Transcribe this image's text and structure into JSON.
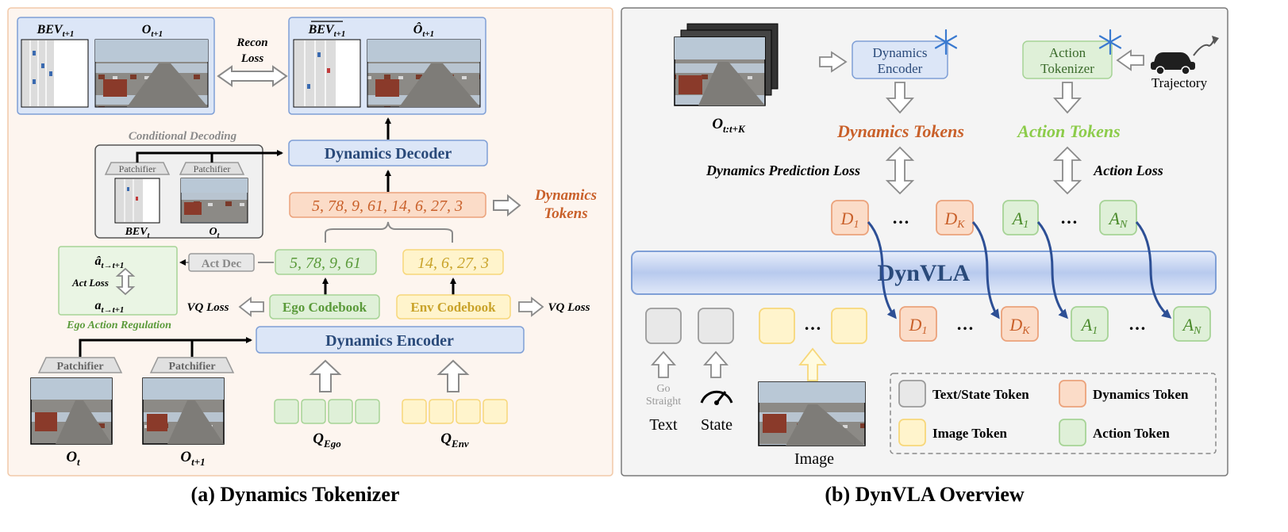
{
  "panel_a": {
    "caption": "(a) Dynamics Tokenizer",
    "labels": {
      "bev_t1": "BEV",
      "bev_t1_sub": "t+1",
      "o_t1": "O",
      "o_t1_sub": "t+1",
      "bev_hat": "BEV",
      "bev_hat_sub": "t+1",
      "o_hat": "Ô",
      "o_hat_sub": "t+1",
      "recon_loss_1": "Recon",
      "recon_loss_2": "Loss",
      "conditional_decoding": "Conditional Decoding",
      "patchifier": "Patchifier",
      "bev_t": "BEV",
      "bev_t_sub": "t",
      "o_t": "O",
      "o_t_sub": "t",
      "dynamics_decoder": "Dynamics Decoder",
      "token_seq": "5, 78, 9, 61, 14, 6, 27, 3",
      "dynamics_tokens_1": "Dynamics",
      "dynamics_tokens_2": "Tokens",
      "a_hat": "â",
      "a_hat_sub": "t→t+1",
      "a_gt": "a",
      "a_gt_sub": "t→t+1",
      "act_loss": "Act Loss",
      "ego_action_regulation": "Ego Action Regulation",
      "act_dec": "Act Dec",
      "ego_tokens": "5, 78, 9, 61",
      "env_tokens": "14, 6, 27, 3",
      "ego_codebook": "Ego Codebook",
      "env_codebook": "Env Codebook",
      "vq_loss_left": "VQ Loss",
      "vq_loss_right": "VQ Loss",
      "dynamics_encoder": "Dynamics Encoder",
      "o_bottom_1": "O",
      "o_bottom_1_sub": "t",
      "o_bottom_2": "O",
      "o_bottom_2_sub": "t+1",
      "q_ego": "Q",
      "q_ego_sub": "Ego",
      "q_env": "Q",
      "q_env_sub": "Env"
    }
  },
  "panel_b": {
    "caption": "(b) DynVLA Overview",
    "labels": {
      "dynamics_encoder_1": "Dynamics",
      "dynamics_encoder_2": "Encoder",
      "action_tokenizer_1": "Action",
      "action_tokenizer_2": "Tokenizer",
      "trajectory": "Trajectory",
      "o_seq": "O",
      "o_seq_sub": "t:t+K",
      "dynamics_tokens": "Dynamics Tokens",
      "action_tokens": "Action Tokens",
      "dyn_pred_loss": "Dynamics Prediction Loss",
      "action_loss": "Action Loss",
      "d1": "D",
      "d1_sub": "1",
      "dk": "D",
      "dk_sub": "K",
      "a1": "A",
      "a1_sub": "1",
      "an": "A",
      "an_sub": "N",
      "ellipsis": "…",
      "dynvla": "DynVLA",
      "go_straight_1": "Go",
      "go_straight_2": "Straight",
      "text": "Text",
      "state": "State",
      "image": "Image",
      "legend_text_state": "Text/State Token",
      "legend_dynamics": "Dynamics Token",
      "legend_image": "Image Token",
      "legend_action": "Action Token"
    }
  },
  "colors": {
    "blue_fill": "#dce6f7",
    "blue_stroke": "#7f9fd6",
    "orange_fill": "#fbdcc8",
    "orange_stroke": "#eba27b",
    "orange_text": "#c9602a",
    "green_fill": "#dff0d8",
    "green_stroke": "#a6d396",
    "green_text": "#5a9a3a",
    "yellow_fill": "#fff4cc",
    "yellow_stroke": "#f7d77a",
    "gray_fill": "#e8e8e8",
    "gray_stroke": "#9a9a9a",
    "navy_text": "#2a4a7a",
    "action_green_text": "#8ccc4a"
  }
}
